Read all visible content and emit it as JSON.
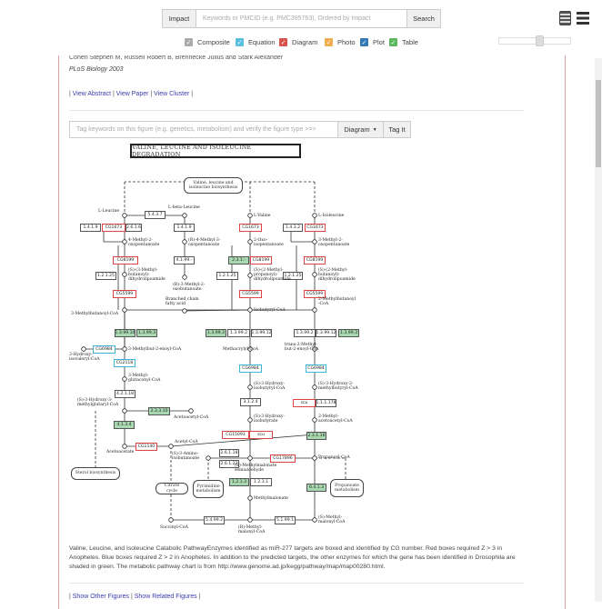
{
  "header": {
    "impact_label": "Impact",
    "search_placeholder": "Keywords or PMCID (e.g. PMC395763), Ordered by Impact",
    "search_label": "Search",
    "filters": [
      {
        "label": "Composite",
        "color": "#aaaaaa",
        "checked": true
      },
      {
        "label": "Equation",
        "color": "#5bc0de",
        "checked": true
      },
      {
        "label": "Diagram",
        "color": "#d9534f",
        "checked": true
      },
      {
        "label": "Photo",
        "color": "#f0ad4e",
        "checked": true
      },
      {
        "label": "Plot",
        "color": "#337ab7",
        "checked": true
      },
      {
        "label": "Table",
        "color": "#5cb85c",
        "checked": true
      }
    ],
    "slider_value": 0.55
  },
  "paper": {
    "authors": "Cohen Stephen M, Russell Robert B, Brennecke Julius and Stark Alexander",
    "journal": "PLoS Biology 2003",
    "links": [
      "View Abstract",
      "View Paper",
      "View Cluster"
    ]
  },
  "tagging": {
    "placeholder": "Tag keywords on this figure (e.g. genetics, metabolism) and verify the figure type >>>",
    "type_selected": "Diagram",
    "tag_button": "Tag It"
  },
  "figure": {
    "title": "VALINE, LEUCINE AND ISOLEUCINE DEGRADATION",
    "pathways": [
      "Valine, leucine and isoleucine biosynthesis",
      "Sterol biosynthesis",
      "Citrate cycle",
      "Pyrimidine metabolism",
      "Propanoate metabolism"
    ],
    "enzymes": [
      {
        "label": "5.4.3.7",
        "type": "plain"
      },
      {
        "label": "1.4.1.9",
        "type": "plain"
      },
      {
        "label": "CG1673",
        "type": "red"
      },
      {
        "label": "2.6.1.6",
        "type": "plain"
      },
      {
        "label": "1.4.1.9",
        "type": "plain"
      },
      {
        "label": "CG1673",
        "type": "red"
      },
      {
        "label": "1.4.3.2",
        "type": "plain"
      },
      {
        "label": "CG1673",
        "type": "red"
      },
      {
        "label": "CG8199",
        "type": "red"
      },
      {
        "label": "4.1.99.-",
        "type": "plain"
      },
      {
        "label": "2.3.1.-",
        "type": "green"
      },
      {
        "label": "CG8199",
        "type": "red"
      },
      {
        "label": "CG8199",
        "type": "red"
      },
      {
        "label": "1.2.1.25",
        "type": "plain"
      },
      {
        "label": "1.2.1.25",
        "type": "plain"
      },
      {
        "label": "1.2.1.25",
        "type": "plain"
      },
      {
        "label": "CG5599",
        "type": "red"
      },
      {
        "label": "CG5599",
        "type": "red"
      },
      {
        "label": "CG5599",
        "type": "red"
      },
      {
        "label": "1.3.99.10",
        "type": "green"
      },
      {
        "label": "1.3.99.3",
        "type": "green"
      },
      {
        "label": "1.3.99.3",
        "type": "green"
      },
      {
        "label": "1.3.99.2",
        "type": "plain"
      },
      {
        "label": "1.3.99.12",
        "type": "plain"
      },
      {
        "label": "1.3.99.2",
        "type": "plain"
      },
      {
        "label": "1.3.99.12",
        "type": "plain"
      },
      {
        "label": "1.3.99.3",
        "type": "green"
      },
      {
        "label": "CG6984",
        "type": "blue"
      },
      {
        "label": "CG2118",
        "type": "blue"
      },
      {
        "label": "CG6984",
        "type": "blue"
      },
      {
        "label": "CG6984",
        "type": "blue"
      },
      {
        "label": "4.2.1.18",
        "type": "plain"
      },
      {
        "label": "3.1.2.4",
        "type": "plain"
      },
      {
        "label": "scu",
        "type": "red"
      },
      {
        "label": "1.1.1.178",
        "type": "plain"
      },
      {
        "label": "2.3.3.10",
        "type": "green"
      },
      {
        "label": "4.1.3.4",
        "type": "green"
      },
      {
        "label": "CG15093",
        "type": "red"
      },
      {
        "label": "scu",
        "type": "red"
      },
      {
        "label": "2.3.1.16",
        "type": "green"
      },
      {
        "label": "CG1140",
        "type": "red"
      },
      {
        "label": "2.6.1.18",
        "type": "plain"
      },
      {
        "label": "2.6.1.22",
        "type": "plain"
      },
      {
        "label": "CG17896",
        "type": "red"
      },
      {
        "label": "1.2.1.3",
        "type": "green"
      },
      {
        "label": "1.2.3.1",
        "type": "plain"
      },
      {
        "label": "6.4.1.3",
        "type": "green"
      },
      {
        "label": "5.4.99.2",
        "type": "plain"
      },
      {
        "label": "5.1.99.1",
        "type": "plain"
      }
    ],
    "compounds": [
      "L-Leucine",
      "L-beta-Leucine",
      "L-Valine",
      "L-Isoleucine",
      "4-Methyl-2-\noxopentanoate",
      "(R)-4-Methyl-3-\noxopentanoate",
      "2-Oxo-\nisopentanoate",
      "3-Methyl-2-\noxopentanoate",
      "(S)-(3-Methyl-\nbutanoyl)-\ndihydrolipoamide",
      "(R)-3-Methyl-2-\noxobutanoate",
      "(S)-(2-Methyl-\npropanoyl)-\ndihydrolipoamide",
      "(S)-(2-Methyl-\nbutanoyl)-\ndihydrolipoamide",
      "Branched chain\nfatty acid",
      "3-Methylbutanoyl-CoA",
      "Isobutyryl-CoA",
      "2-Methylbutanoyl\n-CoA",
      "3-Methylbut-2-enoyl-CoA",
      "3-Hydroxy-\nisovaleryl-CoA",
      "Methacrylyl-CoA",
      "trans-2-Methyl-\nbut-2-enoyl-CoA",
      "3-Methyl-\nglutaconyl-CoA",
      "(S)-3-Hydroxy-\nisobutyryl-CoA",
      "(S)-3-Hydroxy-2-\nmethylbutyryl-CoA",
      "(S)-3-Hydroxy-3-\nmethylglutaryl-CoA",
      "Acetoacetyl-CoA",
      "(S)-3-Hydroxy-\nisobutyrate",
      "2-Methyl-\nacetoacetyl-CoA",
      "Acetoacetate",
      "Acetyl-CoA",
      "(S)-3-Amino-\nisobutanoate",
      "(S)-Methylmalonate\nsemialdehyde",
      "Propanoyl-CoA",
      "Methylmalonate",
      "Succinyl-CoA",
      "(R)-Methyl-\nmalonyl-CoA",
      "(S)-Methyl-\nmalonyl-CoA"
    ],
    "caption": "Valine, Leucine, and Isoleucine Catabolic PathwayEnzymes identified as miR-277 targets are boxed and identified by CG number. Red boxes required Z > 3 in Anopheles. Blue boxes required Z > 2 in Anopheles. In addition to the predicted targets, the other enzymes for which the gene has been identified in Drosophila are shaded in green. The metabolic pathway chart is from http://www.genome.ad.jp/kegg/pathway/map/map00280.html."
  },
  "footer_links": [
    "Show Other Figures",
    "Show Related Figures"
  ]
}
